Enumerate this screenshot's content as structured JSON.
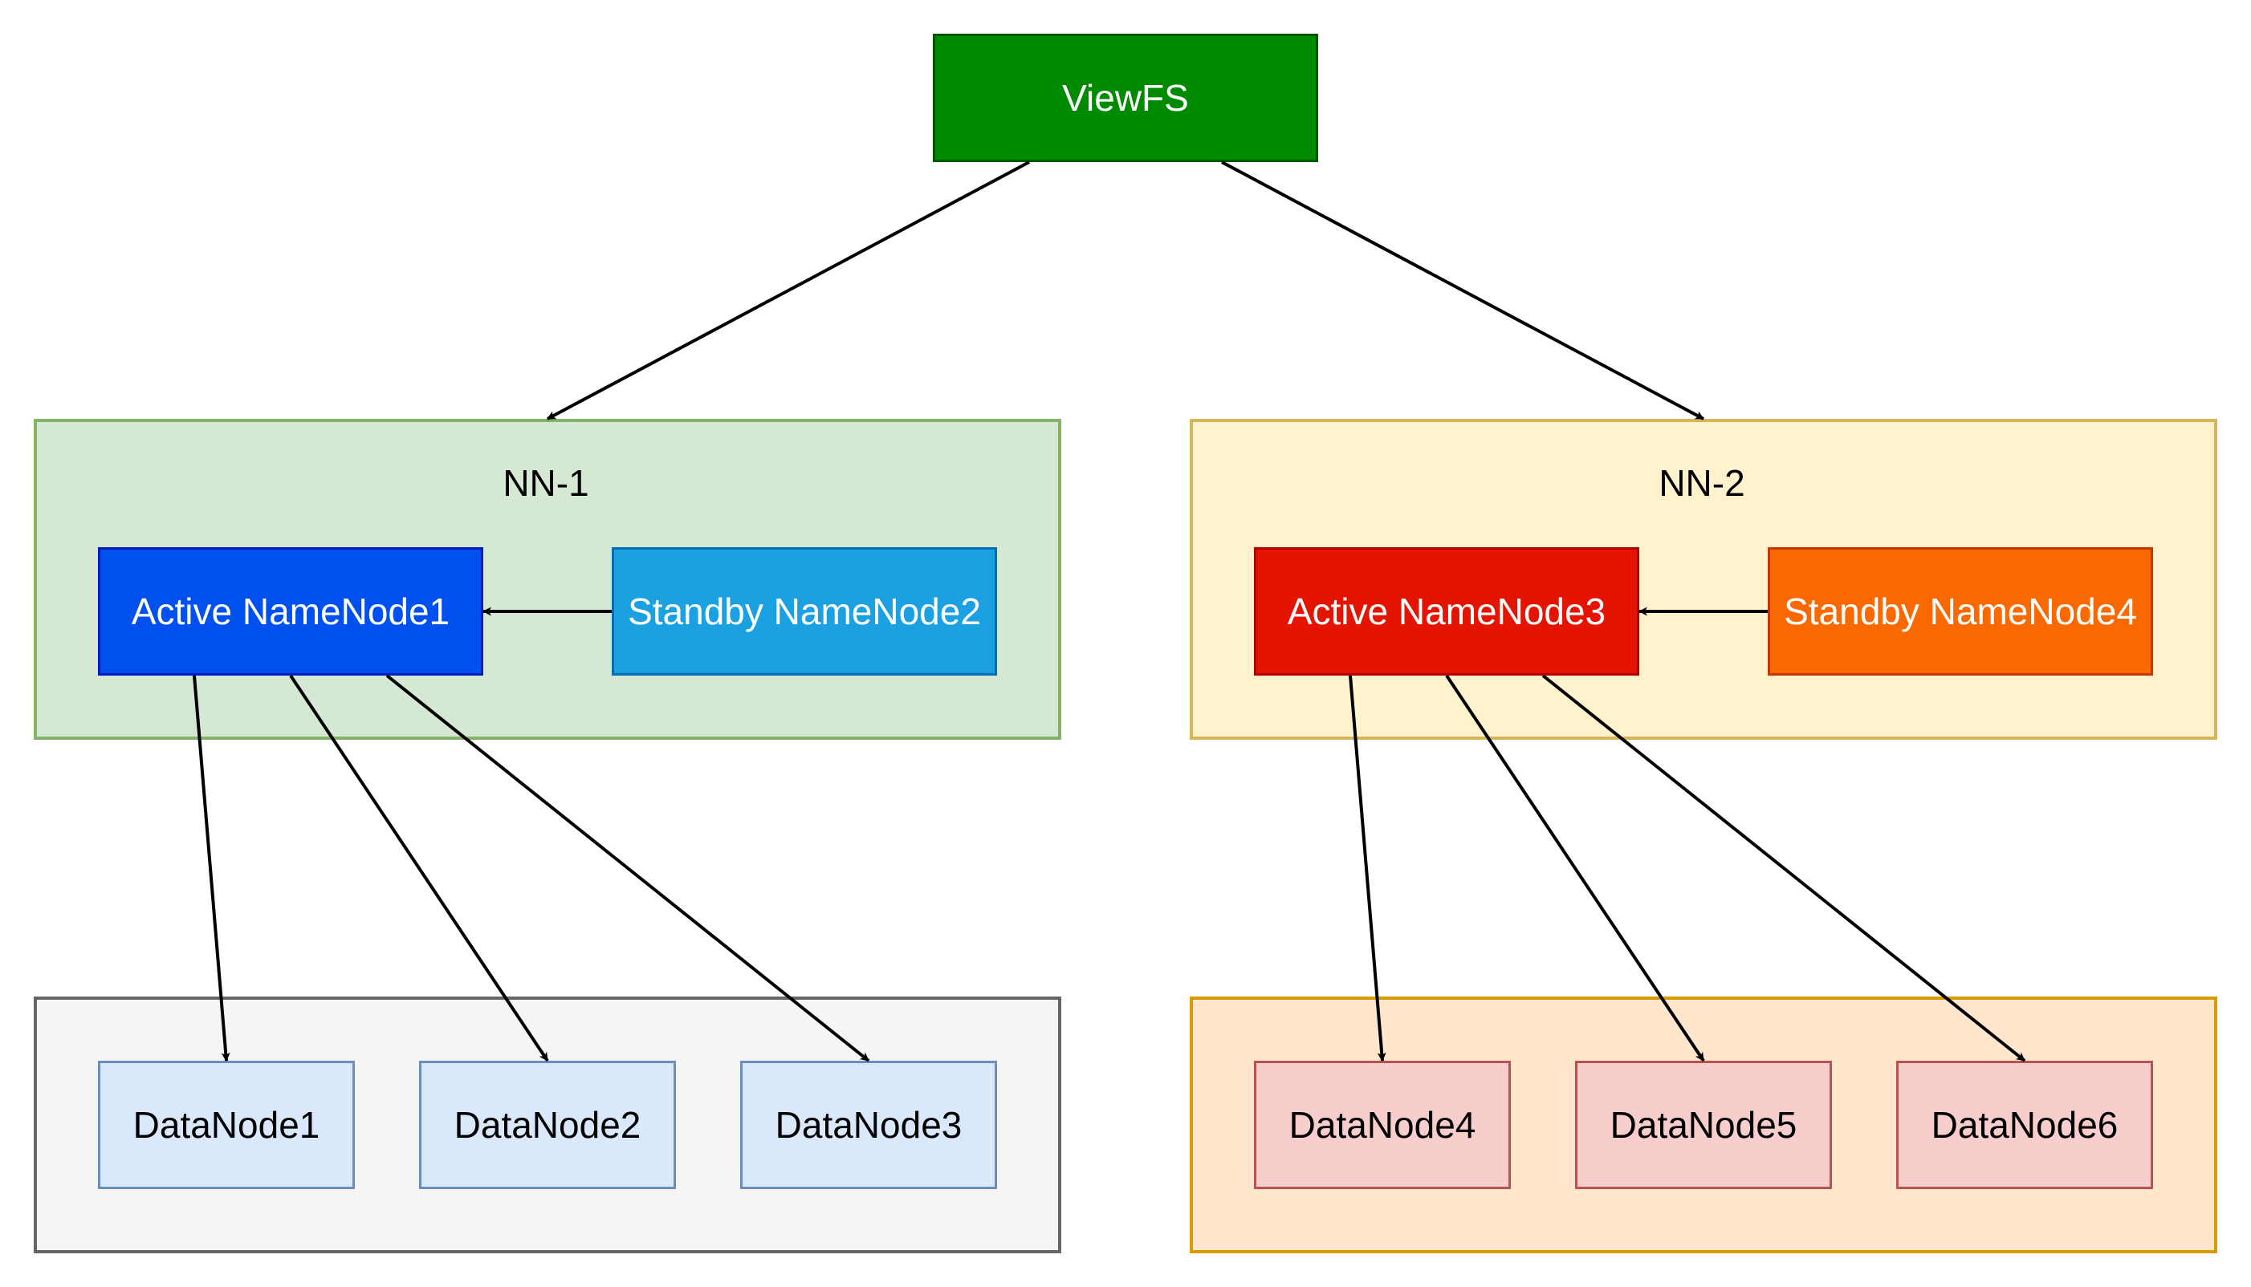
{
  "viewfs": {
    "label": "ViewFS",
    "fill": "#008a00",
    "stroke": "#005700",
    "text_color": "#ffffff"
  },
  "nn1": {
    "label": "NN-1",
    "fill": "#d5e8d4",
    "stroke": "#82b366",
    "active": {
      "label": "Active NameNode1",
      "fill": "#0050ef",
      "stroke": "#001dbc",
      "text_color": "#ffffff"
    },
    "standby": {
      "label": "Standby NameNode2",
      "fill": "#1ba1e2",
      "stroke": "#006eaf",
      "text_color": "#ffffff"
    }
  },
  "nn2": {
    "label": "NN-2",
    "fill": "#fff2cc",
    "stroke": "#d6b656",
    "active": {
      "label": "Active NameNode3",
      "fill": "#e51400",
      "stroke": "#b20000",
      "text_color": "#ffffff"
    },
    "standby": {
      "label": "Standby NameNode4",
      "fill": "#fa6800",
      "stroke": "#c73500",
      "text_color": "#ffffff"
    }
  },
  "dn_group1": {
    "fill": "#f5f5f5",
    "stroke": "#666666",
    "nodes": [
      {
        "label": "DataNode1"
      },
      {
        "label": "DataNode2"
      },
      {
        "label": "DataNode3"
      }
    ],
    "node_fill": "#dae8fc",
    "node_stroke": "#6c8ebf"
  },
  "dn_group2": {
    "fill": "#ffe6cc",
    "stroke": "#d79b00",
    "nodes": [
      {
        "label": "DataNode4"
      },
      {
        "label": "DataNode5"
      },
      {
        "label": "DataNode6"
      }
    ],
    "node_fill": "#f8cecc",
    "node_stroke": "#b85450"
  },
  "edge_color": "#000000"
}
